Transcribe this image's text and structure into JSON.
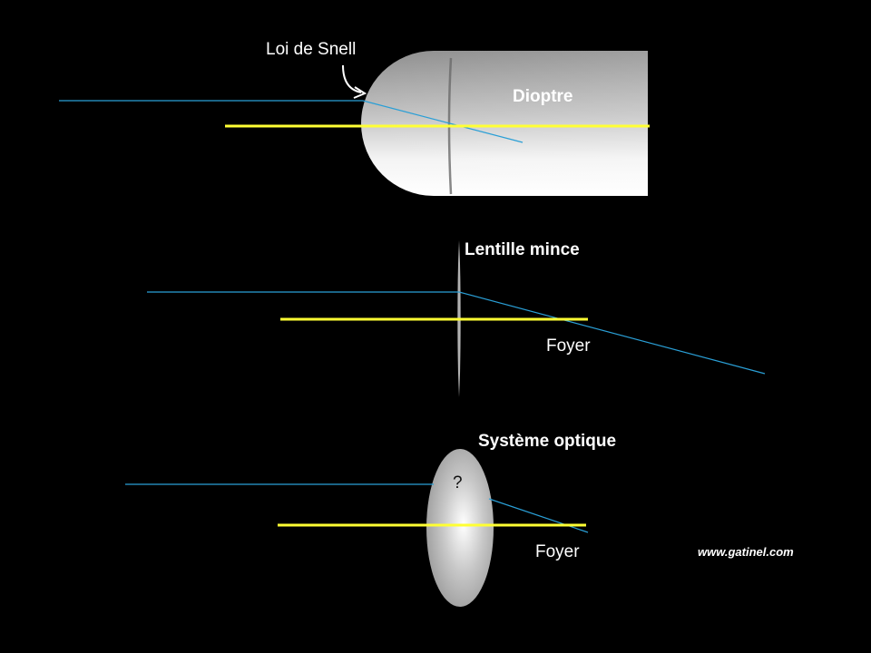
{
  "labels": {
    "snell": "Loi de Snell",
    "dioptre": "Dioptre",
    "thin_lens": "Lentille mince",
    "focus_1": "Foyer",
    "optical_system": "Système optique",
    "unknown": "?",
    "focus_2": "Foyer",
    "website": "www.gatinel.com"
  },
  "colors": {
    "background": "#000000",
    "ray": "#2a9fd6",
    "axis": "#ffff33",
    "text": "#ffffff",
    "glass_light": "#ffffff",
    "glass_dark": "#8c8c8c"
  }
}
